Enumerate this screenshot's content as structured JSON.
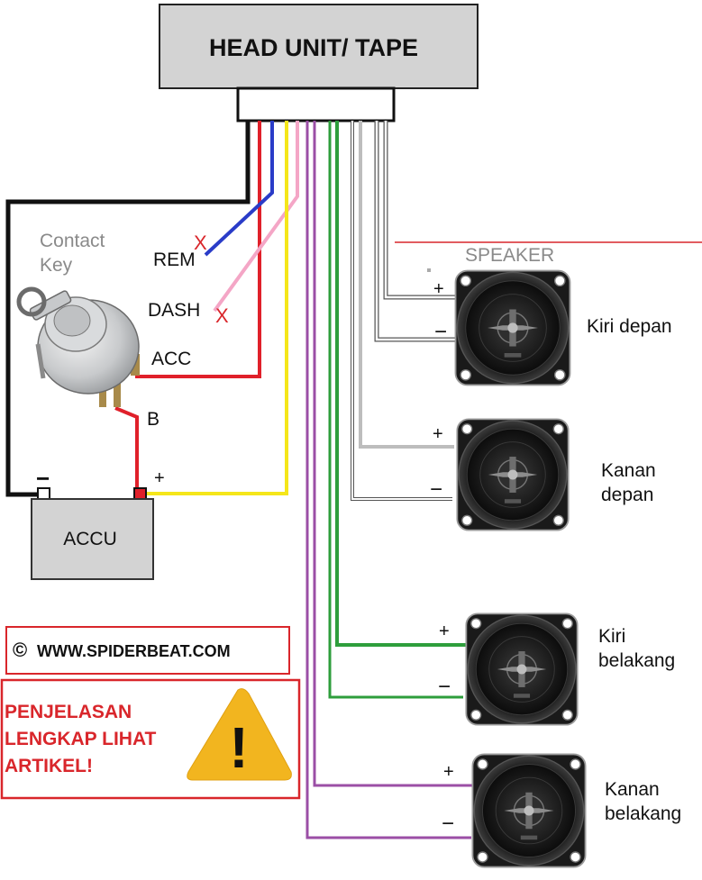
{
  "head_unit": {
    "title": "HEAD UNIT/ TAPE"
  },
  "contact_key": {
    "line1": "Contact",
    "line2": "Key"
  },
  "wires": {
    "rem": "REM",
    "dash": "DASH",
    "acc": "ACC",
    "b": "B",
    "unused_mark": "X"
  },
  "battery": {
    "label": "ACCU",
    "minus": "−",
    "plus": "+"
  },
  "speaker_heading": "SPEAKER",
  "speakers": [
    {
      "line1": "Kiri depan",
      "line2": "",
      "plus": "+",
      "minus": "−"
    },
    {
      "line1": "Kanan",
      "line2": "depan",
      "plus": "+",
      "minus": "−"
    },
    {
      "line1": "Kiri",
      "line2": "belakang",
      "plus": "+",
      "minus": "−"
    },
    {
      "line1": "Kanan",
      "line2": "belakang",
      "plus": "+",
      "minus": "−"
    }
  ],
  "copyright": {
    "symbol": "©",
    "text": "WWW.SPIDERBEAT.COM"
  },
  "notice": {
    "line1": "PENJELASAN",
    "line2": "LENGKAP LIHAT",
    "line3": "ARTIKEL!",
    "icon_symbol": "!"
  },
  "colors": {
    "black": "#111111",
    "red": "#e0202a",
    "blue": "#2a3cc8",
    "pink": "#f4a6c6",
    "yellow": "#f5e61a",
    "purple": "#9b4fa6",
    "green": "#2e9e3c",
    "grey_wire": "#bdbdbd",
    "box_grey": "#d3d3d3",
    "warning_yellow": "#f2b51f",
    "frame_red": "#d9262b"
  }
}
